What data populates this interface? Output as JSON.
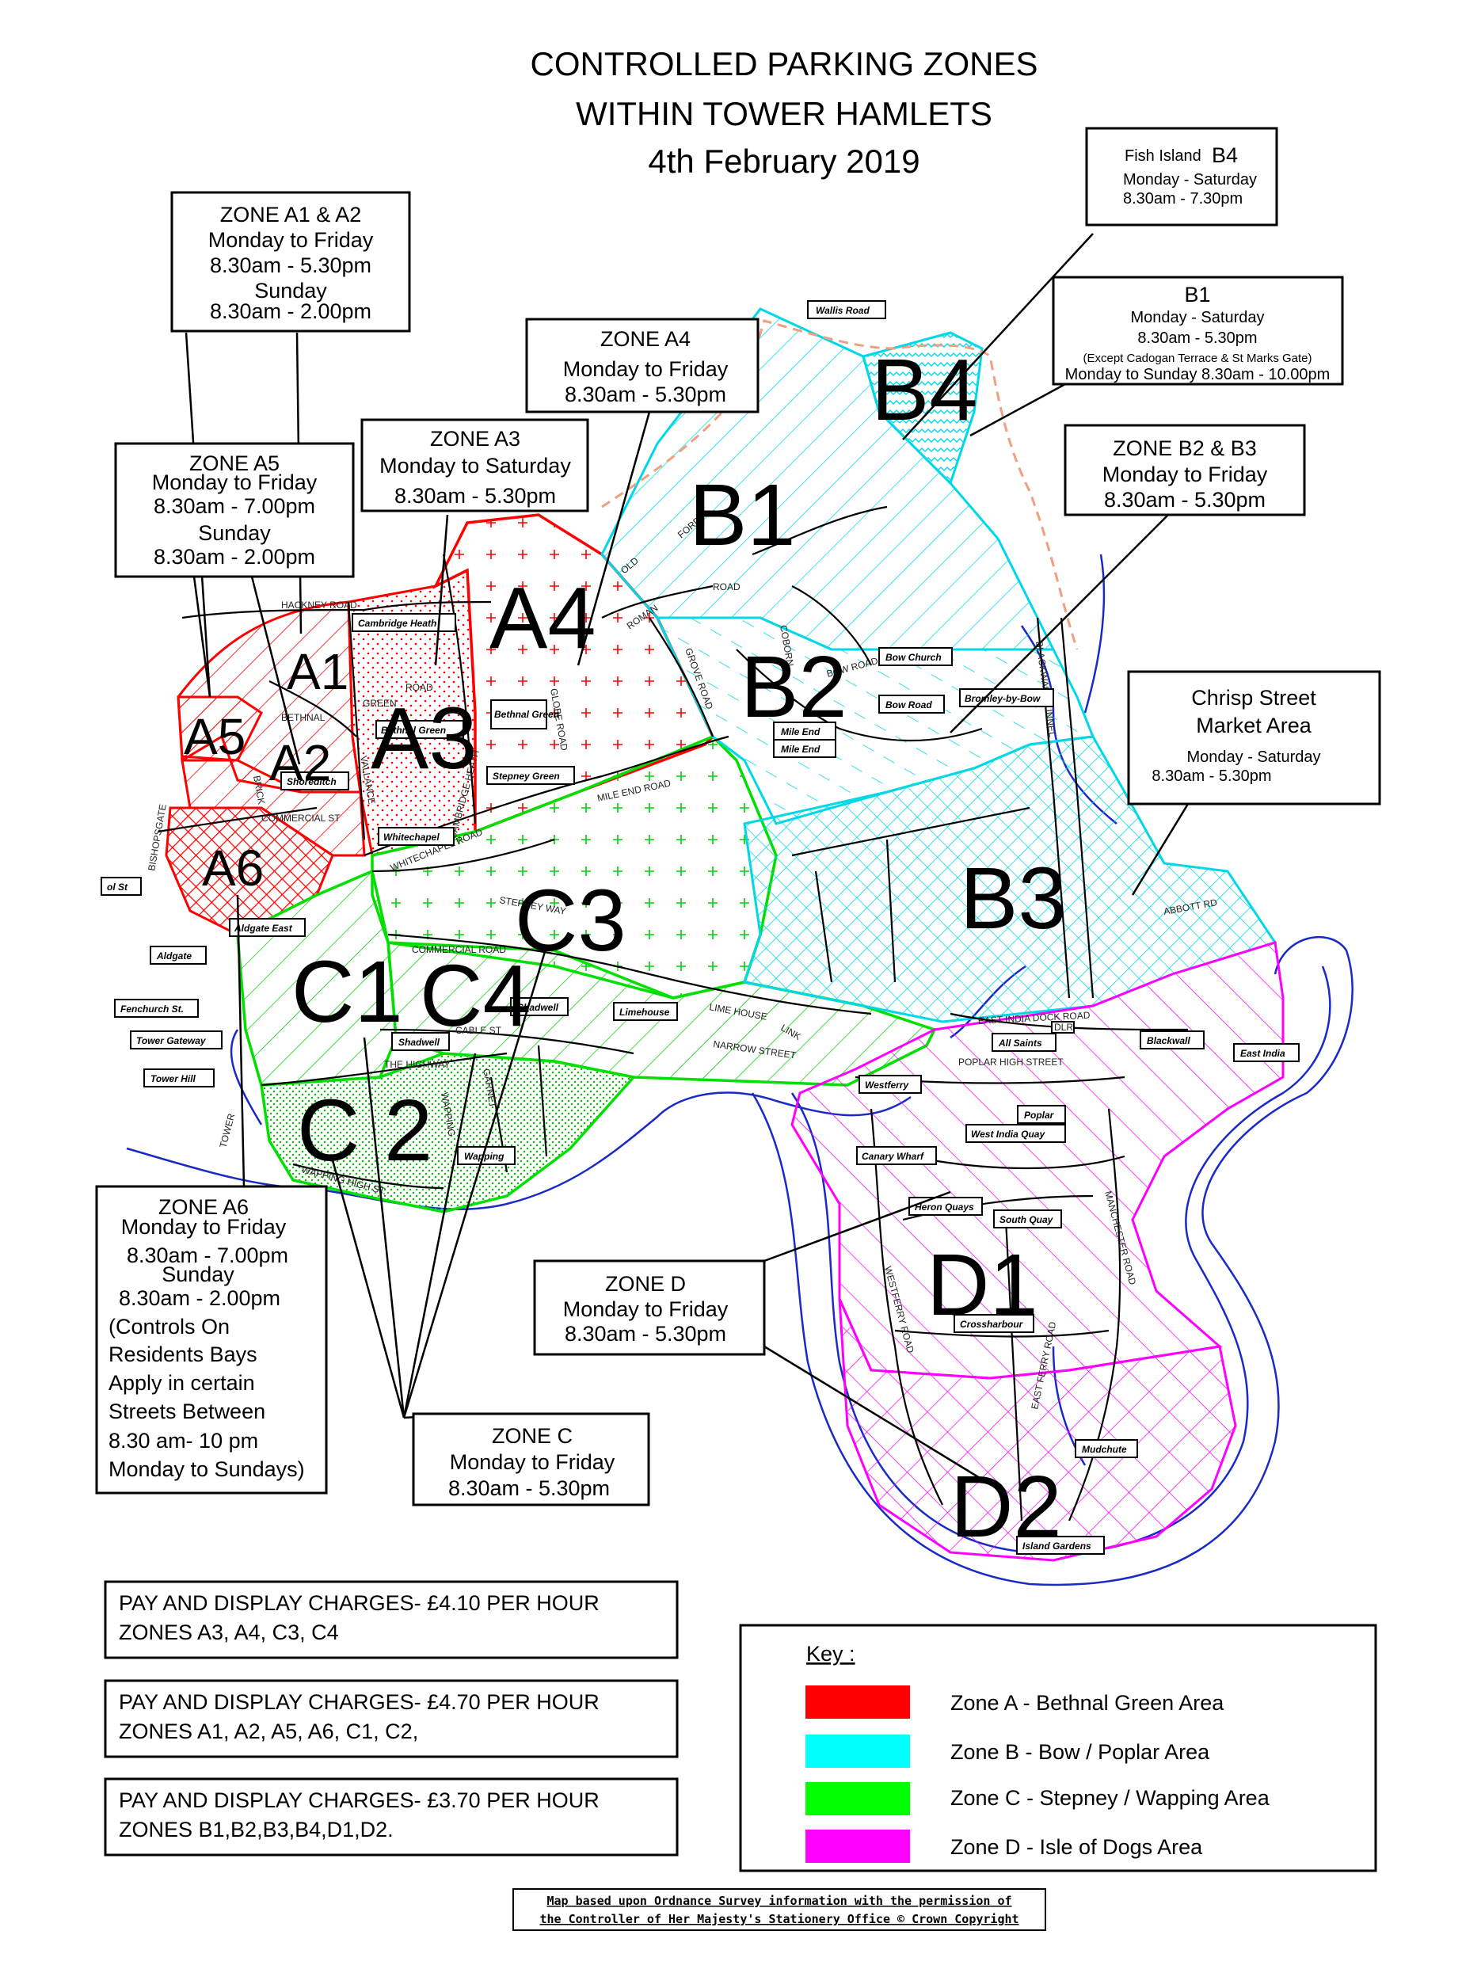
{
  "title": {
    "line1": "CONTROLLED PARKING ZONES",
    "line2": "WITHIN TOWER HAMLETS",
    "line3": "4th February 2019"
  },
  "zone_boxes": {
    "a1a2": [
      "ZONE A1 & A2",
      "Monday to Friday",
      "8.30am - 5.30pm",
      "Sunday",
      "8.30am - 2.00pm"
    ],
    "a4": [
      "ZONE A4",
      "Monday to Friday",
      "8.30am - 5.30pm"
    ],
    "a3": [
      "ZONE A3",
      "Monday to Saturday",
      "8.30am - 5.30pm"
    ],
    "a5": [
      "ZONE A5",
      "Monday to Friday",
      "8.30am - 7.00pm",
      "Sunday",
      "8.30am - 2.00pm"
    ],
    "b4_name": "Fish Island",
    "b4_code": "B4",
    "b4_days": "Monday - Saturday",
    "b4_time": "8.30am - 7.30pm",
    "b1": [
      "B1",
      "Monday - Saturday",
      "8.30am - 5.30pm",
      "(Except Cadogan Terrace & St Marks Gate)",
      "Monday to Sunday  8.30am - 10.00pm"
    ],
    "b2b3": [
      "ZONE B2 & B3",
      "Monday to Friday",
      "8.30am - 5.30pm"
    ],
    "chrisp": [
      "Chrisp Street",
      "Market Area",
      "Monday - Saturday",
      "8.30am - 5.30pm"
    ],
    "a6": [
      "ZONE A6",
      "Monday to Friday",
      "8.30am - 7.00pm",
      "Sunday",
      "8.30am - 2.00pm",
      "(Controls On",
      "Residents Bays",
      "Apply in certain",
      "Streets Between",
      "8.30 am- 10 pm",
      "Monday to Sundays)"
    ],
    "d": [
      "ZONE D",
      "Monday to Friday",
      "8.30am - 5.30pm"
    ],
    "c": [
      "ZONE C",
      "Monday to Friday",
      "8.30am - 5.30pm"
    ]
  },
  "map_labels": {
    "A1": "A1",
    "A2": "A2",
    "A3": "A3",
    "A4": "A4",
    "A5": "A5",
    "A6": "A6",
    "B1": "B1",
    "B2": "B2",
    "B3": "B3",
    "B4": "B4",
    "C1": "C1",
    "C2": "C 2",
    "C3": "C3",
    "C4": "C4",
    "D1": "D1",
    "D2": "D2"
  },
  "stations": {
    "wallis_road": "Wallis Road",
    "cambridge_heath": "Cambridge Heath",
    "bethnal_green_tube": "Bethnal Green",
    "bethnal_green_rail": "Bethnal Green",
    "shoreditch": "Shoreditch",
    "stepney_green": "Stepney Green",
    "whitechapel": "Whitechapel",
    "mile_end_1": "Mile End",
    "mile_end_2": "Mile End",
    "bow_church": "Bow Church",
    "bow_road": "Bow Road",
    "bromley_by_bow": "Bromley-by-Bow",
    "liverpool_st": "ol St",
    "aldgate": "Aldgate",
    "aldgate_east": "Aldgate East",
    "fenchurch_st": "Fenchurch St.",
    "tower_gateway": "Tower Gateway",
    "tower_hill": "Tower Hill",
    "shadwell_1": "Shadwell",
    "shadwell_2": "Shadwell",
    "limehouse": "Limehouse",
    "wapping": "Wapping",
    "westferry": "Westferry",
    "all_saints": "All Saints",
    "blackwall": "Blackwall",
    "east_india": "East India",
    "poplar": "Poplar",
    "west_india_quay": "West India Quay",
    "canary_wharf": "Canary Wharf",
    "heron_quays": "Heron Quays",
    "south_quay": "South Quay",
    "crossharbour": "Crossharbour",
    "mudchute": "Mudchute",
    "island_gardens": "Island Gardens",
    "dlr": "DLR"
  },
  "roads": {
    "hackney_road": "HACKNEY ROAD",
    "green": "GREEN",
    "road": "ROAD",
    "bethnal": "BETHNAL",
    "brick": "BRICK",
    "bishopsgate": "BISHOPSGATE",
    "commercial_st": "COMMERCIAL ST",
    "vallance": "VALLANCE",
    "cambridge_heath_road": "CAMBRIDGE HEATH",
    "globe_road": "GLOBE ROAD",
    "mile_end_road": "MILE END ROAD",
    "whitechapel_road": "WHITECHAPEL ROAD",
    "stepney_way": "STEPNEY WAY",
    "commercial_road": "COMMERCIAL ROAD",
    "cable_st": "CABLE ST",
    "the_highway": "THE HIGHWAY",
    "wapping_lane": "WAPPING",
    "garnet": "GARNET",
    "wapping_high_st": "WAPPING HIGH ST.",
    "tower": "TOWER",
    "old": "OLD",
    "ford": "FORD",
    "roman": "ROMAN",
    "grove_road": "GROVE ROAD",
    "coborn": "COBORN",
    "bow_road_label": "BOW ROAD",
    "blackwall_tunnel": "BLACKWALL TUNNEL",
    "limehouse_link": "LIME HOUSE",
    "link": "LINK",
    "narrow_street": "NARROW STREET",
    "east_india_dock_road": "EAST INDIA DOCK ROAD",
    "poplar_high_street": "POPLAR    HIGH STREET",
    "westferry_road": "WESTFERRY ROAD",
    "manchester_road": "MANCHESTER ROAD",
    "east_ferry_road": "EAST FERRY ROAD",
    "abbott_rd": "ABBOTT RD"
  },
  "charges": [
    {
      "line1": "PAY AND DISPLAY CHARGES- £4.10 PER HOUR",
      "line2": "ZONES    A3, A4, C3, C4"
    },
    {
      "line1": "PAY AND DISPLAY CHARGES- £4.70 PER HOUR",
      "line2": "ZONES A1, A2, A5, A6, C1, C2,"
    },
    {
      "line1": "PAY AND DISPLAY CHARGES- £3.70 PER HOUR",
      "line2": "ZONES B1,B2,B3,B4,D1,D2."
    }
  ],
  "key": {
    "title": "Key :",
    "items": [
      {
        "label": "Zone A -  Bethnal Green Area",
        "color": "#ff0000"
      },
      {
        "label": "Zone B -  Bow / Poplar Area",
        "color": "#00ffff"
      },
      {
        "label": "Zone C -  Stepney / Wapping Area",
        "color": "#00ff00"
      },
      {
        "label": "Zone D -  Isle of Dogs Area",
        "color": "#ff00ff"
      }
    ]
  },
  "copyright": {
    "line1": "Map based upon Ordnance Survey information with the permission of",
    "line2": "the Controller of Her Majesty's Stationery Office © Crown Copyright"
  }
}
